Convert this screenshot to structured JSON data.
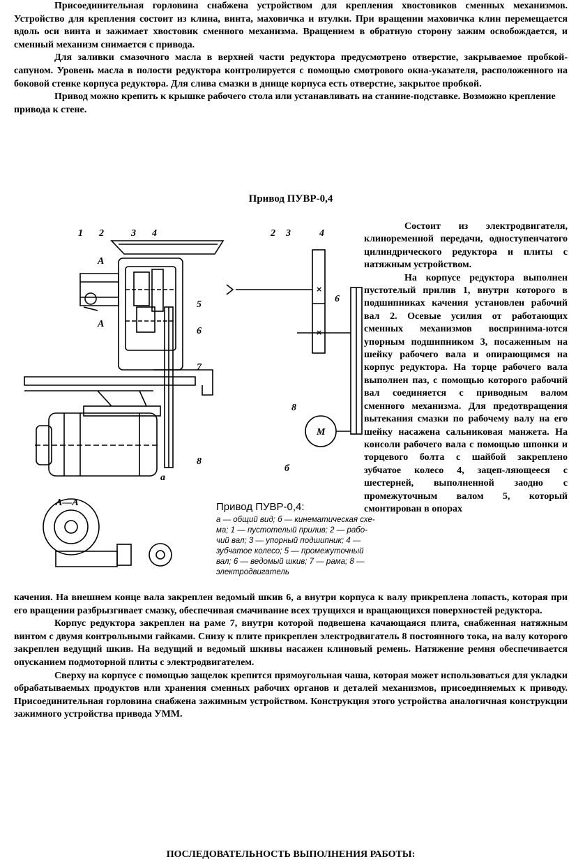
{
  "top": {
    "p1": "Присоединительная горловина снабжена устройством для крепления хвостовиков сменных механизмов. Устройство для крепления состоит из клина, винта, маховичка и втулки. При вращении маховичка клин перемещается вдоль оси винта и зажимает хвостовик сменного механизма. Вращением в обратную сторону зажим освобождается, и сменный механизм снимается с привода.",
    "p2": "Для заливки смазочного масла в верхней части редуктора предусмотрено отверстие, закрываемое пробкой-сапуном. Уровень масла в полости редуктора контролируется с помощью смотрового окна-указателя, расположенного на боковой стенке корпуса редуктора. Для слива смазки в днище корпуса есть отверстие, закрытое пробкой.",
    "p3": "Привод можно крепить к крышке рабочего стола или устанавливать на станине-подставке. Возможно крепление привода к стене."
  },
  "section_title": "Привод ПУВР-0,4",
  "side": {
    "p1": "Состоит из электродвигателя, клиноременной передачи, одноступенчатого цилиндрического редуктора и плиты с натяжным устройством.",
    "p2": "На корпусе редуктора выполнен пустотелый прилив 1, внутри которого в подшипниках качения установлен рабочий вал 2. Осевые усилия от работающих сменных механизмов воспринима-ются упорным подшипником 3, посаженным на шейку рабочего вала и опирающимся на корпус редуктора. На торце рабочего вала выполнен паз, с помощью которого рабочий вал соединяется с приводным валом сменного механизма. Для предотвращения вытекания смазки по рабочему валу на его шейку насажена сальниковая манжета. На консоли рабочего вала с помощью шпонки и торцевого болта с шайбой закреплено зубчатое колесо 4, зацеп-ляющееся с шестерней, выполненной заодно с промежуточным валом 5, который смонтирован в опорах"
  },
  "lower": {
    "p1": "качения. На внешнем конце вала закреплен ведомый шкив 6, а внутри корпуса к валу прикреплена лопасть, которая при его вращении разбрызгивает смазку, обеспечивая смачивание всех трущихся и вращающихся поверхностей редуктора.",
    "p2": "Корпус редуктора закреплен на раме 7, внутри которой подвешена качающаяся плита, снабженная натяжным винтом с двумя контрольными гайками. Снизу к плите прикреплен электродвигатель 8 постоянного тока, на валу которого закреплен ведущий шкив. На ведущий и ведомый шкивы насажен клиновый ремень. Натяжение ремня обеспечивается опусканием подмоторной плиты с электродвигателем.",
    "p3": "Сверху на корпусе с помощью защелок крепится прямоугольная чаша, которая может использоваться для укладки обрабатываемых продуктов или хранения сменных рабочих органов и деталей механизмов, присоединяемых к приводу. Присоединительная горловина снабжена зажимным устройством. Конструкция этого устройства аналогичная конструкции зажимного устройства привода УММ."
  },
  "figure": {
    "caption_title": "Привод ПУВР-0,4:",
    "caption_body": "а — общий вид; б — кинематическая схе-ма; 1 — пустотелый прилив; 2 — рабо-чий вал; 3 — упорный подшипник; 4 — зубчатое колесо; 5 — промежуточный вал; 6 — ведомый шкив; 7 — рама; 8 — электродвигатель",
    "label_a": "а",
    "label_b": "б",
    "section_label": "А—А",
    "cut_mark": "А",
    "motor_symbol": "М",
    "n1": "1",
    "n2": "2",
    "n3": "3",
    "n4": "4",
    "n5": "5",
    "n6": "6",
    "n7": "7",
    "n8": "8"
  },
  "footer": "ПОСЛЕДОВАТЕЛЬНОСТЬ ВЫПОЛНЕНИЯ РАБОТЫ:"
}
